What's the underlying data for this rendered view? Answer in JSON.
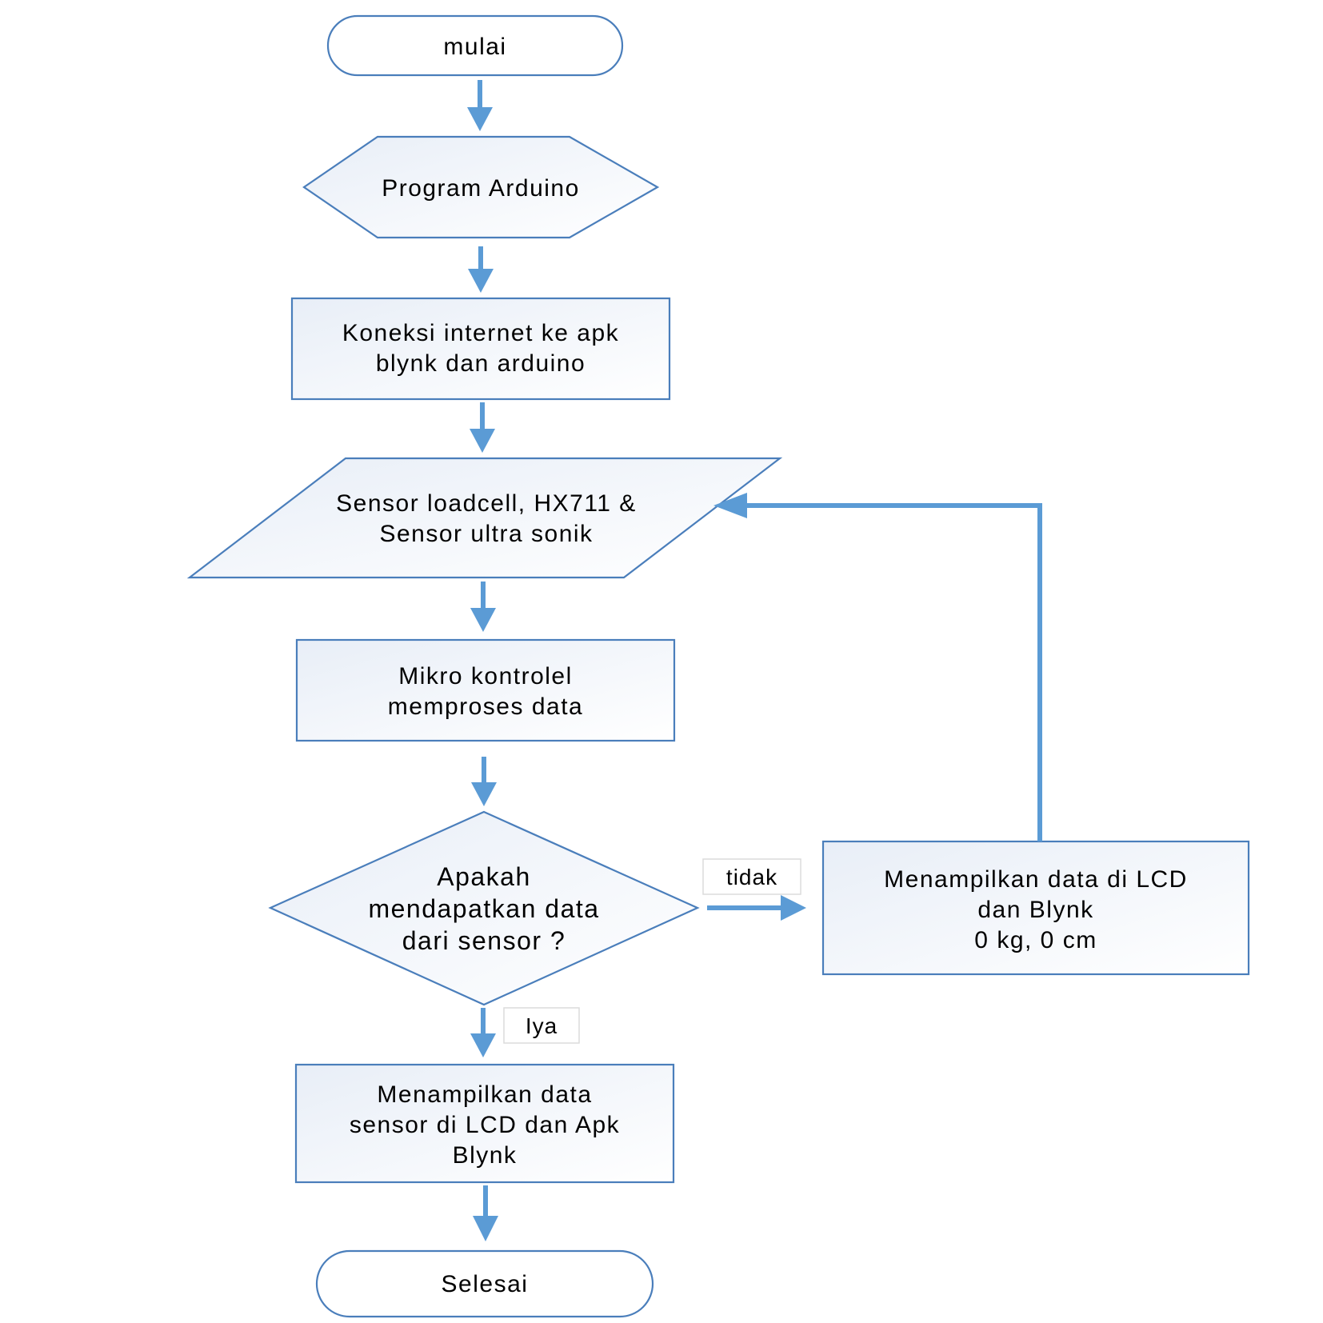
{
  "nodes": {
    "start": {
      "label": "mulai"
    },
    "program": {
      "label": "Program Arduino"
    },
    "connection": {
      "lines": [
        "Koneksi internet ke apk",
        "blynk dan arduino"
      ]
    },
    "sensor_input": {
      "lines": [
        "Sensor loadcell, HX711 &",
        "Sensor ultra sonik"
      ]
    },
    "process": {
      "lines": [
        "Mikro kontrolel",
        "memproses data"
      ]
    },
    "decision": {
      "lines": [
        "Apakah",
        "mendapatkan data",
        "dari sensor ?"
      ]
    },
    "display_zero": {
      "lines": [
        "Menampilkan data  di LCD",
        "dan Blynk",
        "0 kg,  0 cm"
      ]
    },
    "display_data": {
      "lines": [
        "Menampilkan data",
        "sensor di LCD dan Apk",
        "Blynk"
      ]
    },
    "end": {
      "label": "Selesai"
    }
  },
  "edge_labels": {
    "no": "tidak",
    "yes": "Iya"
  },
  "colors": {
    "connector": "#5b9bd5",
    "shape_stroke": "#4a7ebb",
    "shape_fill_top": "#e8eef7",
    "shape_fill_bottom": "#ffffff"
  }
}
